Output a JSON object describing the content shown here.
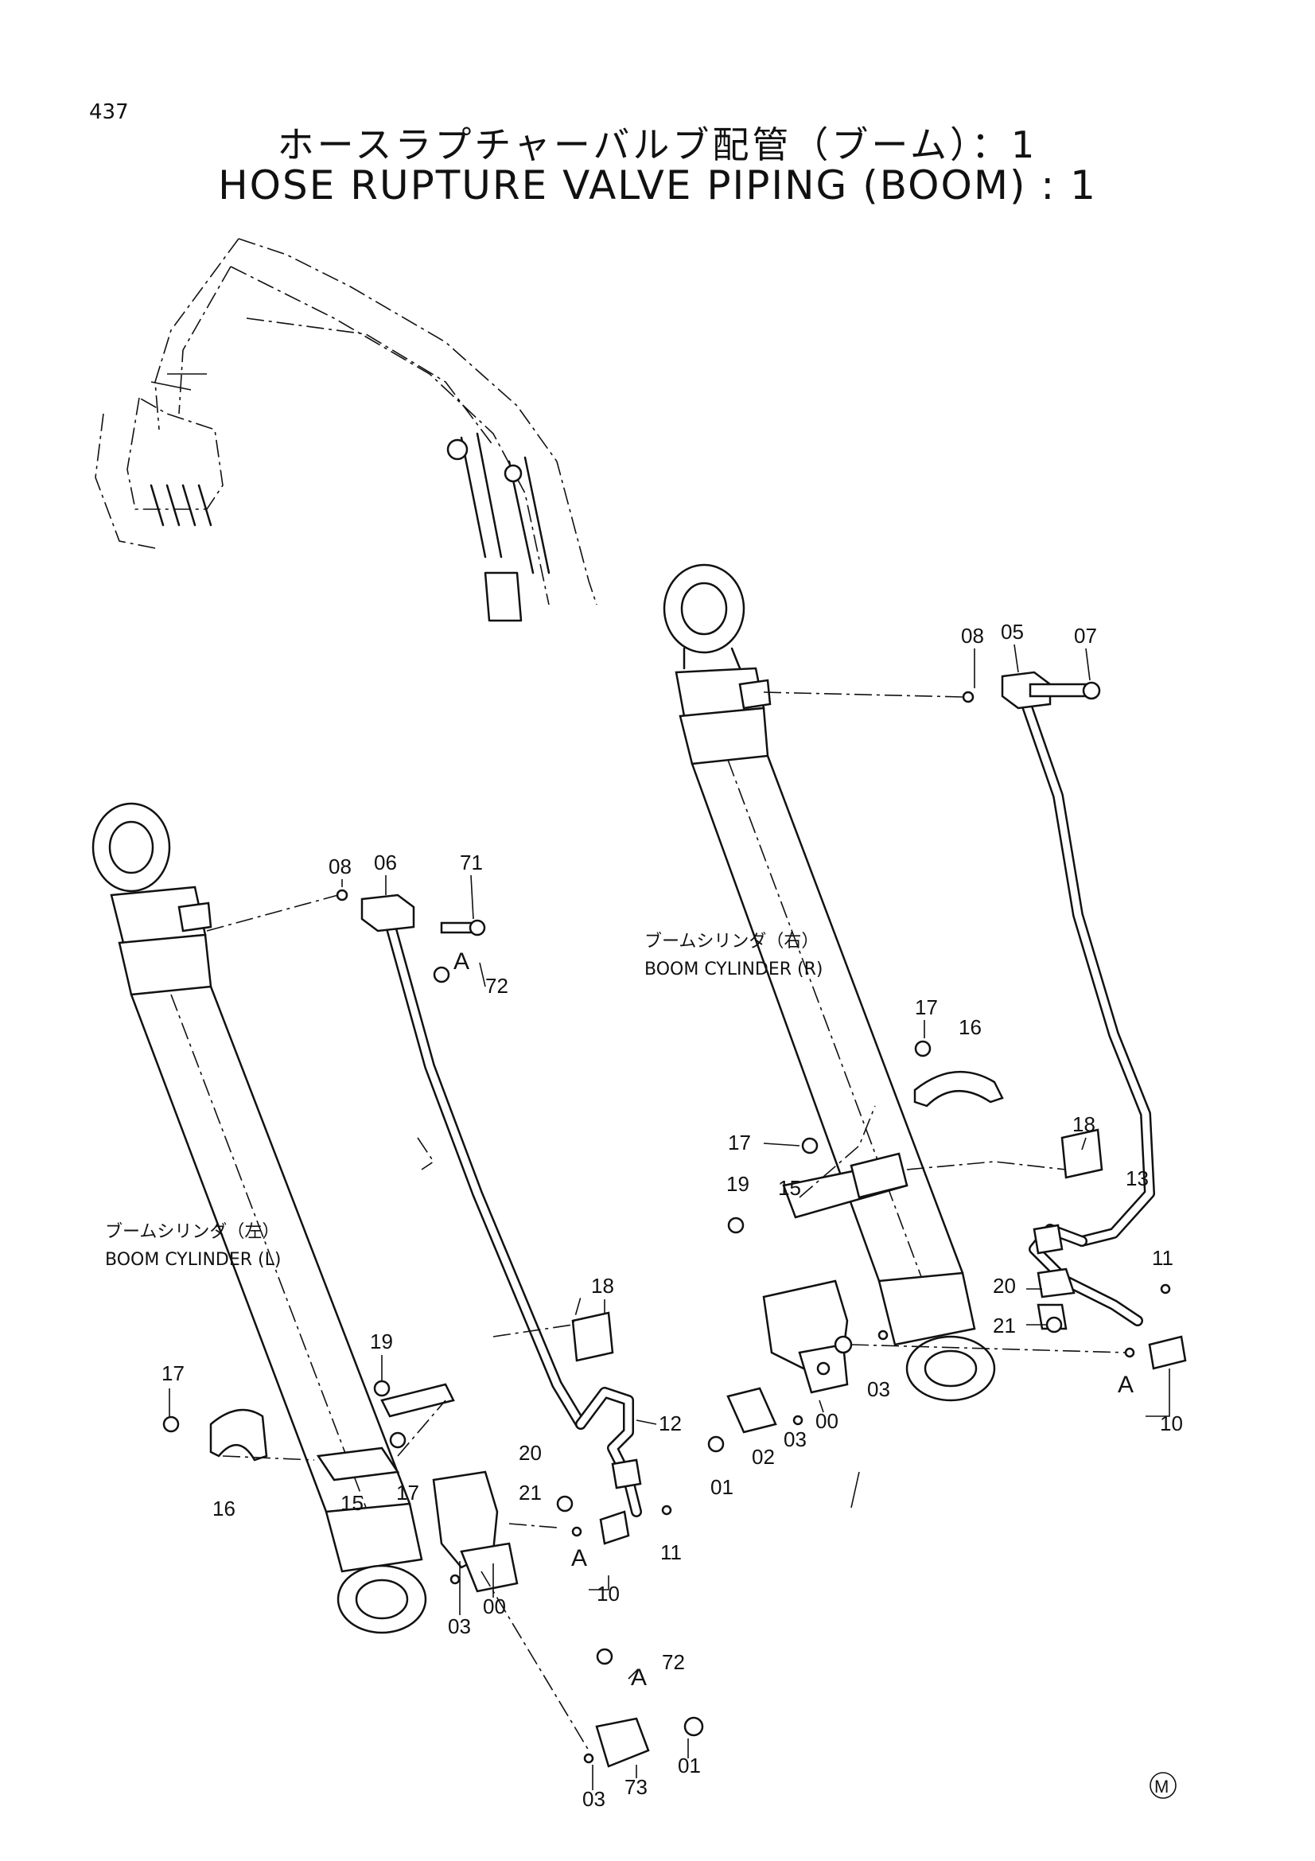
{
  "page_number": "437",
  "title_jp": "ホースラプチャーバルブ配管（ブーム）：1",
  "title_en": "HOSE RUPTURE VALVE PIPING (BOOM) : 1",
  "mark": "M",
  "captions": {
    "right_jp": "ブームシリンダ（右）",
    "right_en": "BOOM CYLINDER (R)",
    "left_jp": "ブームシリンダ（左）",
    "left_en": "BOOM CYLINDER (L)"
  },
  "part_labels": [
    "08",
    "05",
    "07",
    "08",
    "06",
    "71",
    "72",
    "A",
    "17",
    "16",
    "17",
    "18",
    "19",
    "15",
    "13",
    "11",
    "20",
    "21",
    "A",
    "10",
    "00",
    "03",
    "02",
    "03",
    "01",
    "18",
    "17",
    "19",
    "12",
    "16",
    "15",
    "17",
    "20",
    "21",
    "A",
    "11",
    "10",
    "03",
    "00",
    "72",
    "A",
    "01",
    "03",
    "73"
  ]
}
